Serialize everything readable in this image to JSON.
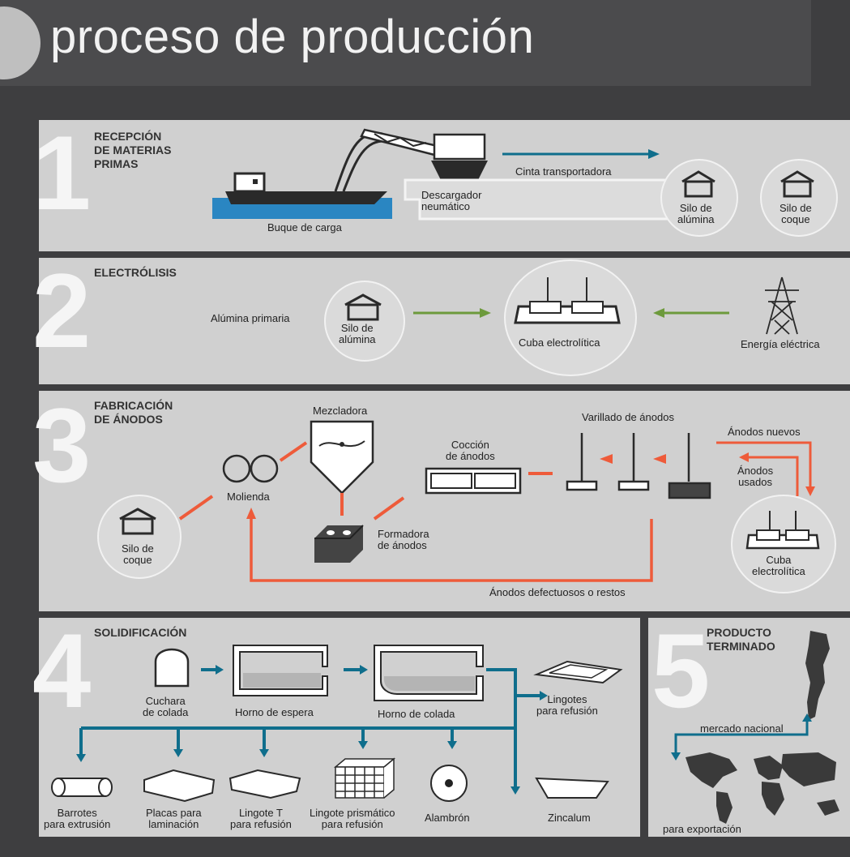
{
  "title": "proceso de producción",
  "sections": {
    "s1": {
      "number": "1",
      "title": "RECEPCIÓN\nDE MATERIAS\nPRIMAS",
      "labels": {
        "buque": "Buque de carga",
        "descargador": "Descargador\nneumático",
        "cinta": "Cinta transportadora",
        "silo_alumina": "Silo de\nalúmina",
        "silo_coque": "Silo de\ncoque"
      }
    },
    "s2": {
      "number": "2",
      "title": "ELECTRÓLISIS",
      "labels": {
        "alumina_primaria": "Alúmina primaria",
        "silo_alumina": "Silo de\nalúmina",
        "cuba": "Cuba electrolítica",
        "energia": "Energía eléctrica"
      }
    },
    "s3": {
      "number": "3",
      "title": "FABRICACIÓN\nDE ÁNODOS",
      "labels": {
        "mezcladora": "Mezcladora",
        "molienda": "Molienda",
        "silo_coque": "Silo de\ncoque",
        "formadora": "Formadora\nde ánodos",
        "coccion": "Cocción\nde ánodos",
        "varillado": "Varillado de ánodos",
        "nuevos": "Ánodos nuevos",
        "usados": "Ánodos\nusados",
        "cuba": "Cuba\nelectrolítica",
        "defectuosos": "Ánodos defectuosos o restos"
      }
    },
    "s4": {
      "number": "4",
      "title": "SOLIDIFICACIÓN",
      "labels": {
        "cuchara": "Cuchara\nde colada",
        "espera": "Horno de espera",
        "colada": "Horno de colada",
        "lingotes": "Lingotes\npara refusión",
        "barrotes": "Barrotes\npara extrusión",
        "placas": "Placas para\nlaminación",
        "lingote_t": "Lingote T\npara refusión",
        "prismatico": "Lingote prismático\npara refusión",
        "alambron": "Alambrón",
        "zincalum": "Zincalum"
      }
    },
    "s5": {
      "number": "5",
      "title": "PRODUCTO\nTERMINADO",
      "labels": {
        "nacional": "mercado nacional",
        "exportacion": "para exportación"
      }
    }
  },
  "colors": {
    "blue_arrow": "#0f6e8c",
    "green_arrow": "#6d9a3c",
    "red_arrow": "#ee5b3a",
    "water": "#2a86c2"
  }
}
